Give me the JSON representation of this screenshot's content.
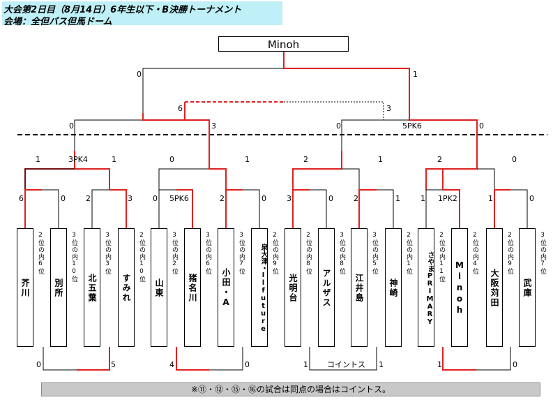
{
  "header": {
    "line1": "大会第2日目（8月14日）6年生以下・B決勝トーナメント",
    "line2": "会場：全但バス但馬ドーム"
  },
  "champion": "Minoh",
  "teams": [
    {
      "name": "芥川",
      "rank": "2位の内6位"
    },
    {
      "name": "別所",
      "rank": "3位の内10位"
    },
    {
      "name": "北五葉",
      "rank": "3位の内3位"
    },
    {
      "name": "すみれ",
      "rank": "2位の内10位"
    },
    {
      "name": "山東",
      "rank": "3位の内2位"
    },
    {
      "name": "猪名川",
      "rank": "3位の内6位"
    },
    {
      "name": "小田・A",
      "rank": "3位の内7位"
    },
    {
      "name": "泉大津・Ilfuture",
      "rank": "2位の内9位"
    },
    {
      "name": "光明台",
      "rank": "2位の内8位"
    },
    {
      "name": "アルザス",
      "rank": "3位の内8位"
    },
    {
      "name": "江井島",
      "rank": "3位の内5位"
    },
    {
      "name": "神崎",
      "rank": "2位の内1位"
    },
    {
      "name": "さやまPRIMARY",
      "rank": "2位の内11位"
    },
    {
      "name": "Minoh",
      "rank": "2位の内4位"
    },
    {
      "name": "大阪苅田",
      "rank": "2位の内9位"
    },
    {
      "name": "武庫",
      "rank": "3位の内7位"
    }
  ],
  "scores": {
    "final": [
      "0",
      "1"
    ],
    "third_place": [
      "6",
      "3"
    ],
    "semi_left": [
      "0",
      "3"
    ],
    "semi_right": [
      "0",
      "5PK6",
      "0"
    ],
    "qf": [
      "1",
      "3PK4",
      "1",
      "0",
      "1",
      "2",
      "1",
      "2",
      "0"
    ],
    "r16": [
      "6",
      "0",
      "2",
      "3",
      "0",
      "5PK6",
      "2",
      "0",
      "3",
      "0",
      "2",
      "1",
      "1",
      "1PK2",
      "1",
      "0"
    ],
    "consolation": [
      "0",
      "5",
      "4",
      "0",
      "1",
      "コイントス",
      "1",
      "1",
      "0"
    ]
  },
  "note": "※⑪・⑫・⑮・⑯の試合は同点の場合はコイントス。",
  "colors": {
    "winner": "#e02020",
    "line": "#000000",
    "header_bg": "#bfeff7",
    "note_bg": "#c8c8c8"
  }
}
